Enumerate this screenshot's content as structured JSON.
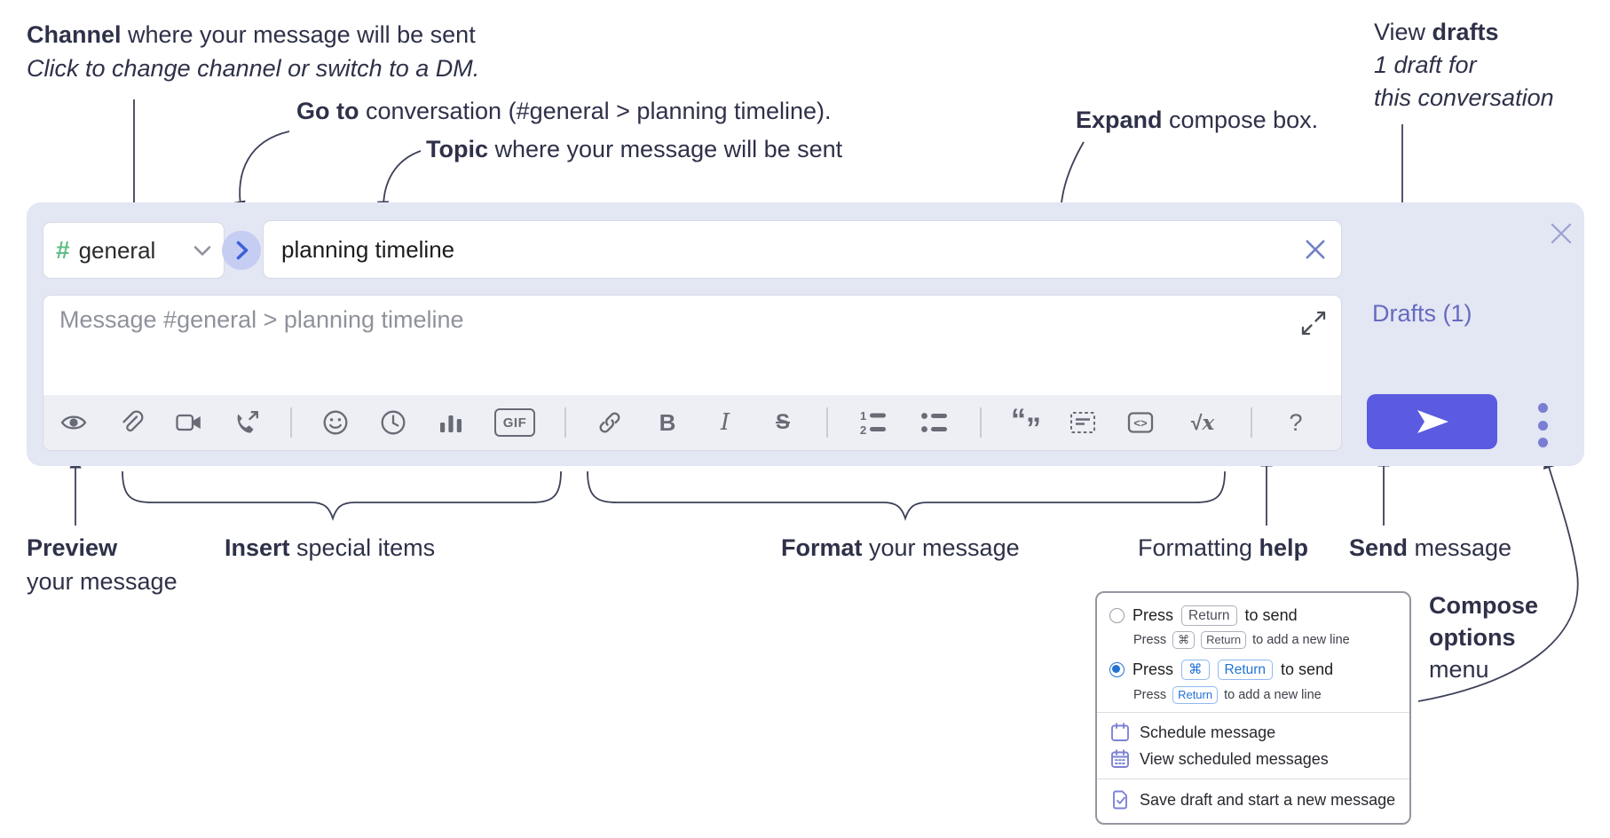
{
  "annotations": {
    "channel": {
      "bold": "Channel",
      "rest": " where your message will be sent",
      "line2": "Click to change channel or switch to a DM."
    },
    "goto": {
      "bold": "Go to",
      "rest": " conversation (#general > planning timeline)."
    },
    "topic": {
      "bold": "Topic",
      "rest": " where your message will be sent"
    },
    "expand": {
      "bold": "Expand",
      "rest": " compose box."
    },
    "drafts": {
      "pre": "View ",
      "bold": "drafts",
      "line2": "1 draft for",
      "line3": "this conversation"
    },
    "preview": {
      "bold": "Preview",
      "line2": "your message"
    },
    "insert": {
      "bold": "Insert",
      "rest": " special items"
    },
    "format": {
      "bold": "Format",
      "rest": " your message"
    },
    "formatting_help": {
      "pre": "Formatting ",
      "bold": "help"
    },
    "send": {
      "bold": "Send",
      "rest": " message"
    },
    "compose_options": {
      "bold1": "Compose",
      "bold2": "options",
      "rest": "menu"
    }
  },
  "compose": {
    "channel_selector": {
      "hash": "#",
      "label": "general"
    },
    "topic_input": {
      "value": "planning timeline"
    },
    "message_input": {
      "placeholder": "Message #general > planning timeline"
    },
    "drafts_link": "Drafts (1)",
    "toolbar_icons": [
      "preview-eye",
      "attach-file",
      "start-video-call",
      "start-audio-call",
      "emoji",
      "add-global-time",
      "add-poll",
      "gif",
      "link",
      "bold",
      "italic",
      "strikethrough",
      "numbered-list",
      "bulleted-list",
      "quote",
      "spoiler",
      "code",
      "math",
      "help"
    ],
    "toolbar_labels": {
      "gif": "GIF",
      "bold": "B",
      "italic": "I",
      "strike": "S",
      "ol_1": "1",
      "ol_2": "2",
      "quote_open": "“",
      "quote_close": "”",
      "code": "<>",
      "math_radical": "√",
      "math_var": "x",
      "help": "?"
    },
    "colors": {
      "accent_send": "#5a5be0",
      "hash_green": "#5fbe85",
      "drafts_purple": "#656bbf",
      "panel_bg": "#e3e6f3"
    }
  },
  "menu": {
    "return_to_send": {
      "press": "Press",
      "key_return": "Return",
      "suffix": "to send",
      "sub_press": "Press",
      "sub_key_cmd": "⌘",
      "sub_key_return": "Return",
      "sub_suffix": "to add a new line"
    },
    "cmd_return_to_send": {
      "press": "Press",
      "key_cmd": "⌘",
      "key_return": "Return",
      "suffix": "to send",
      "sub_press": "Press",
      "sub_key_return": "Return",
      "sub_suffix": "to add a new line"
    },
    "schedule": "Schedule message",
    "view_scheduled": "View scheduled messages",
    "save_draft": "Save draft and start a new message"
  }
}
